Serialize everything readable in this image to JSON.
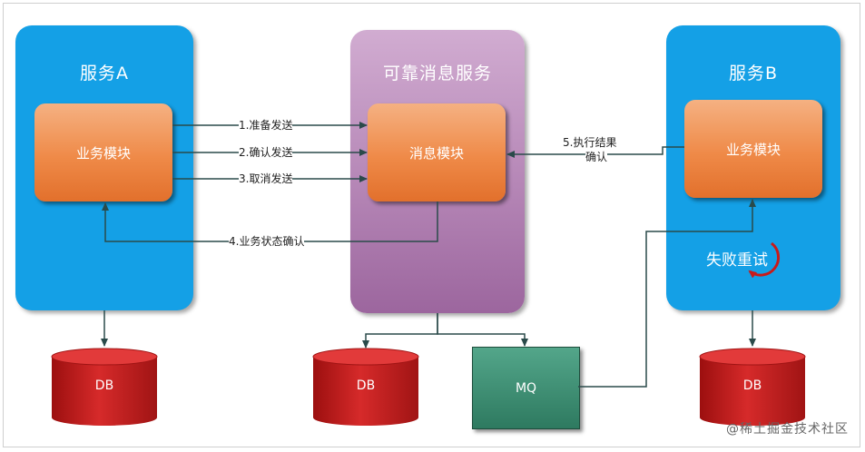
{
  "service_a": {
    "title": "服务A",
    "module": "业务模块",
    "db": "DB"
  },
  "reliable_msg": {
    "title": "可靠消息服务",
    "module": "消息模块",
    "db": "DB",
    "mq": "MQ"
  },
  "service_b": {
    "title": "服务B",
    "module": "业务模块",
    "db": "DB",
    "retry": "失败重试"
  },
  "edges": {
    "prepare": "1.准备发送",
    "confirm": "2.确认发送",
    "cancel": "3.取消发送",
    "status_check": "4.业务状态确认",
    "result_line1": "5.执行结果",
    "result_line2": "确认"
  },
  "watermark": "@稀土掘金技术社区",
  "colors": {
    "service_panel": "#14a0e6",
    "message_panel": "#b586b6",
    "module": "#ef8a48",
    "db": "#c81a1a",
    "mq": "#2e7a60",
    "edge": "#2a4a4a"
  }
}
